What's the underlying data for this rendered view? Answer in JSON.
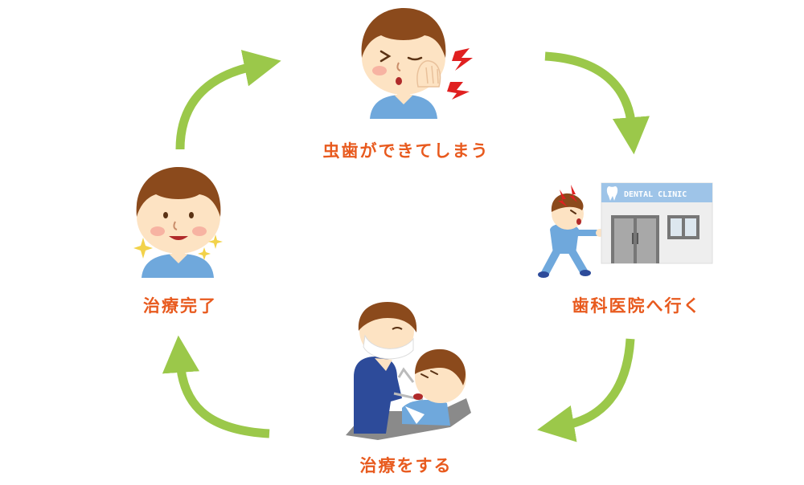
{
  "colors": {
    "label": "#e85a1e",
    "arrow": "#9bc84a",
    "skin": "#fde3c3",
    "hair": "#8b4a1c",
    "shirt": "#6fa8dc",
    "scrubs": "#2d4b9a",
    "lightning": "#e02020",
    "building": "#eeeeee",
    "building_sign": "#9ec4e8",
    "door": "#777777"
  },
  "steps": [
    {
      "id": "cavity",
      "label": "虫歯ができてしまう"
    },
    {
      "id": "clinic",
      "label": "歯科医院へ行く"
    },
    {
      "id": "treat",
      "label": "治療をする"
    },
    {
      "id": "complete",
      "label": "治療完了"
    }
  ],
  "clinic_sign": "DENTAL CLINIC",
  "icons": [
    "toothache-boy",
    "running-boy",
    "dental-clinic-building",
    "dentist-treating-patient",
    "smiling-boy",
    "sparkle-icon",
    "lightning-icon"
  ]
}
